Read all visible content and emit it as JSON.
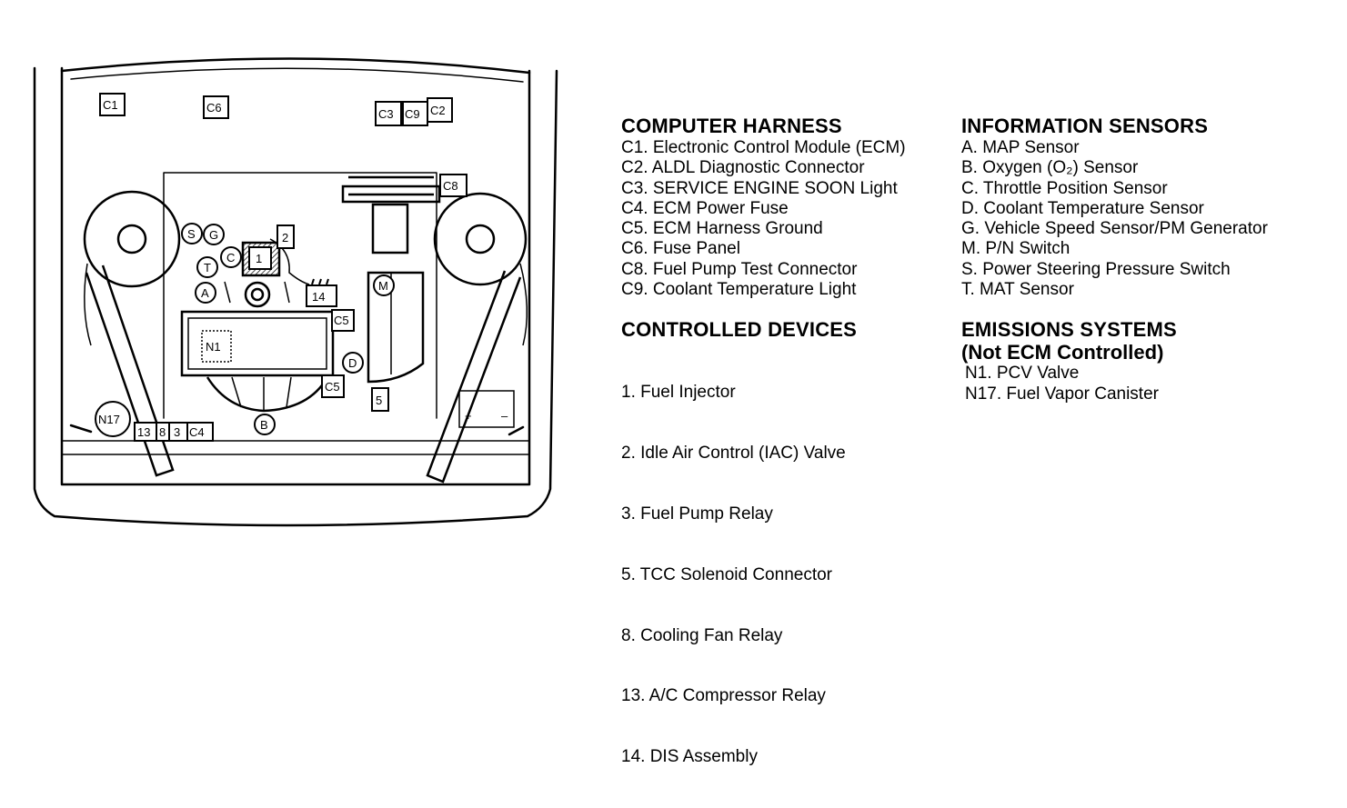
{
  "diagram": {
    "labels": {
      "C1": "C1",
      "C6": "C6",
      "C3": "C3",
      "C9": "C9",
      "C2": "C2",
      "C8": "C8",
      "C5a": "C5",
      "C5b": "C5",
      "C4": "C4",
      "S": "S",
      "G": "G",
      "T": "T",
      "C": "C",
      "A": "A",
      "M": "M",
      "D": "D",
      "B": "B",
      "one": "1",
      "two": "2",
      "fourteen": "14",
      "five": "5",
      "N1": "N1",
      "N17": "N17",
      "thirteen": "13",
      "eight": "8",
      "three": "3",
      "plus": "+",
      "minus": "–"
    }
  },
  "legend": {
    "computer_harness": {
      "title": "COMPUTER HARNESS",
      "items": [
        "C1. Electronic Control Module (ECM)",
        "C2. ALDL Diagnostic Connector",
        "C3. SERVICE ENGINE SOON Light",
        "C4. ECM Power Fuse",
        "C5. ECM Harness Ground",
        "C6. Fuse Panel",
        "C8. Fuel Pump Test Connector",
        "C9. Coolant Temperature Light"
      ]
    },
    "controlled_devices": {
      "title": "CONTROLLED DEVICES",
      "items": [
        " 1. Fuel Injector",
        " 2. Idle Air Control (IAC) Valve",
        " 3. Fuel Pump Relay",
        " 5. TCC Solenoid Connector",
        " 8. Cooling Fan Relay",
        "13. A/C Compressor Relay",
        "14. DIS Assembly"
      ]
    },
    "information_sensors": {
      "title": "INFORMATION SENSORS",
      "items": [
        "A. MAP Sensor",
        "B. Oxygen (O₂) Sensor",
        "C. Throttle Position Sensor",
        "D. Coolant Temperature Sensor",
        "G. Vehicle Speed Sensor/PM Generator",
        "M. P/N Switch",
        "S. Power Steering Pressure Switch",
        "T. MAT Sensor"
      ]
    },
    "emissions_systems": {
      "title": "EMISSIONS SYSTEMS",
      "subtitle": "(Not ECM Controlled)",
      "items": [
        "N1. PCV Valve",
        "N17. Fuel Vapor Canister"
      ]
    }
  }
}
